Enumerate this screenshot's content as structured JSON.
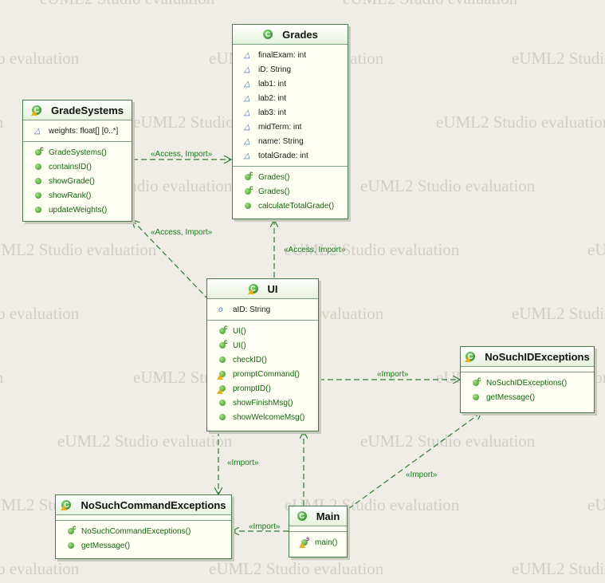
{
  "watermark": "eUML2 Studio evaluation",
  "classes": {
    "grades": {
      "name": "Grades",
      "attributes": [
        "finalExam: int",
        "iD: String",
        "lab1: int",
        "lab2: int",
        "lab3: int",
        "midTerm: int",
        "name: String",
        "totalGrade: int"
      ],
      "operations": [
        "Grades()",
        "Grades()",
        "calculateTotalGrade()"
      ]
    },
    "gradesystems": {
      "name": "GradeSystems",
      "attributes": [
        "weights: float[] [0..*]"
      ],
      "operations": [
        "GradeSystems()",
        "containsID()",
        "showGrade()",
        "showRank()",
        "updateWeights()"
      ]
    },
    "ui": {
      "name": "UI",
      "attributes": [
        "aID: String"
      ],
      "operations": [
        "UI()",
        "UI()",
        "checkID()",
        "promptCommand()",
        "promptID()",
        "showFinishMsg()",
        "showWelcomeMsg()"
      ]
    },
    "nosuchid": {
      "name": "NoSuchIDExceptions",
      "attributes": [],
      "operations": [
        "NoSuchIDExceptions()",
        "getMessage()"
      ]
    },
    "nosuchcommand": {
      "name": "NoSuchCommandExceptions",
      "attributes": [],
      "operations": [
        "NoSuchCommandExceptions()",
        "getMessage()"
      ]
    },
    "main": {
      "name": "Main",
      "attributes": [],
      "operations": [
        "main()"
      ]
    }
  },
  "relations": {
    "gs_grades": "«Access, Import»",
    "ui_gs": "«Access, Import»",
    "ui_grades": "«Access, Import»",
    "ui_nosuchid": "«Import»",
    "ui_nosuchcommand": "«Import»",
    "main_nosuchcommand": "«Import»",
    "main_nosuchid": "«Import»"
  },
  "colors": {
    "background": "#efede5",
    "border": "#4a7a4a",
    "operation_text": "#14640f",
    "edge": "#2e7d2e"
  }
}
